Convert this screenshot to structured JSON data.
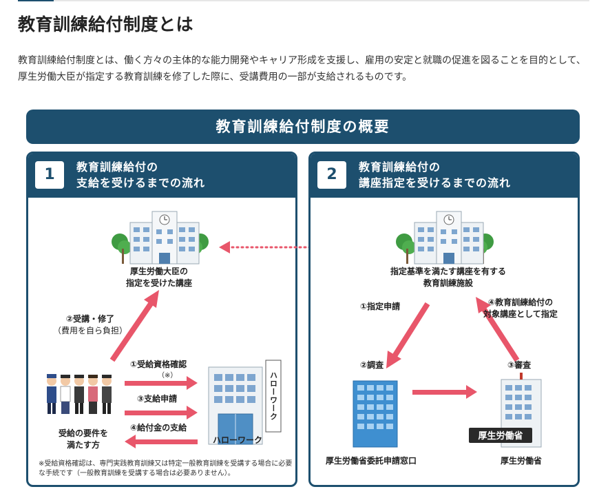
{
  "page": {
    "title": "教育訓練給付制度とは",
    "intro": "教育訓練給付制度とは、働く方々の主体的な能力開発やキャリア形成を支援し、雇用の安定と就職の促進を図ることを目的として、厚生労働大臣が指定する教育訓練を修了した際に、受講費用の一部が支給されるものです。"
  },
  "diagram": {
    "banner": "教育訓練給付制度の概要",
    "panel1": {
      "number": "1",
      "title_line1": "教育訓練給付の",
      "title_line2": "支給を受けるまでの流れ",
      "course_line1": "厚生労働大臣の",
      "course_line2": "指定を受けた講座",
      "step2_line1": "②受講・修了",
      "step2_line2": "（費用を自ら負担）",
      "step1": "①受給資格確認",
      "step1_note": "（※）",
      "step3": "③支給申請",
      "step4": "④給付金の支給",
      "person_line1": "受給の要件を",
      "person_line2": "満たす方",
      "hellowork": "ハローワーク",
      "hellowork_sign": "ハローワーク",
      "footnote": "※受給資格確認は、専門実践教育訓練又は特定一般教育訓練を受講する場合に必要な手続です（一般教育訓練を受講する場合は必要ありません）。"
    },
    "panel2": {
      "number": "2",
      "title_line1": "教育訓練給付の",
      "title_line2": "講座指定を受けるまでの流れ",
      "facility_line1": "指定基準を満たす講座を有する",
      "facility_line2": "教育訓練施設",
      "step1": "①指定申請",
      "step4_line1": "④教育訓練給付の",
      "step4_line2": "対象講座として指定",
      "step2": "②調査",
      "step3": "③審査",
      "office": "厚生労働省委託申請窓口",
      "ministry": "厚生労働省",
      "ministry_sign": "厚生労働省"
    },
    "colors": {
      "navy": "#1d4f6e",
      "arrow": "#e8566a",
      "tree": "#3f9b42",
      "building": "#eef2f5",
      "window": "#7ea6cf"
    }
  }
}
